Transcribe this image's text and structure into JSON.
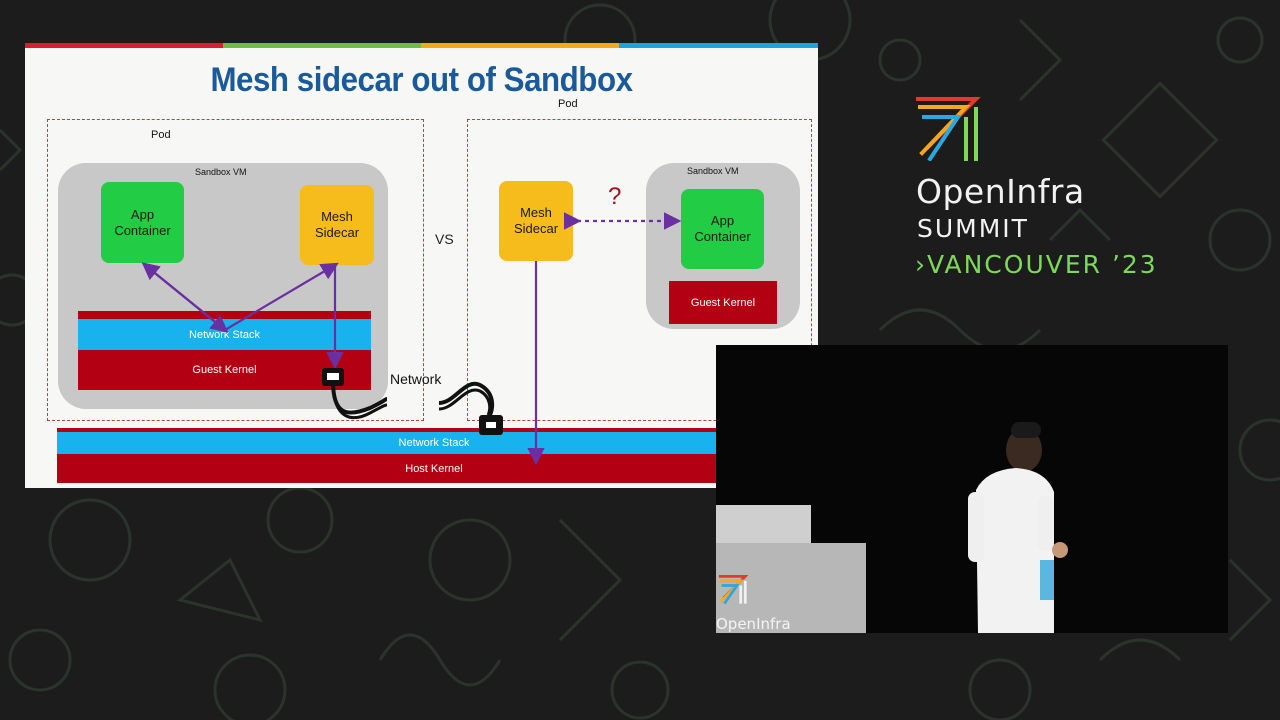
{
  "slide": {
    "title": "Mesh sidecar out of Sandbox",
    "stripe_colors": [
      "#d6202f",
      "#6ebe45",
      "#f4a81d",
      "#1fa3dc"
    ],
    "left_diagram": {
      "pod_label": "Pod",
      "vm_label": "Sandbox VM",
      "app_container": "App\nContainer",
      "mesh_sidecar": "Mesh\nSidecar",
      "network_stack": "Network Stack",
      "guest_kernel": "Guest Kernel"
    },
    "vs_label": "VS",
    "right_diagram": {
      "pod_label": "Pod",
      "vm_label": "Sandbox VM",
      "mesh_sidecar": "Mesh\nSidecar",
      "question_mark": "?",
      "app_container": "App\nContainer",
      "guest_kernel": "Guest Kernel"
    },
    "network_label": "Network",
    "host": {
      "network_stack": "Network Stack",
      "host_kernel": "Host Kernel"
    }
  },
  "summit": {
    "name": "OpenInfra",
    "subtitle": "SUMMIT",
    "city": "›VANCOUVER ’23"
  },
  "camera": {
    "podium_logo_text": "OpenInfra"
  },
  "colors": {
    "title_blue": "#1a5a9a",
    "container_green": "#22cc44",
    "sidecar_yellow": "#f5bc1c",
    "kernel_red": "#b30012",
    "stack_blue": "#18b2ef",
    "arrow_purple": "#6a2fa0",
    "city_green": "#7ed957"
  }
}
